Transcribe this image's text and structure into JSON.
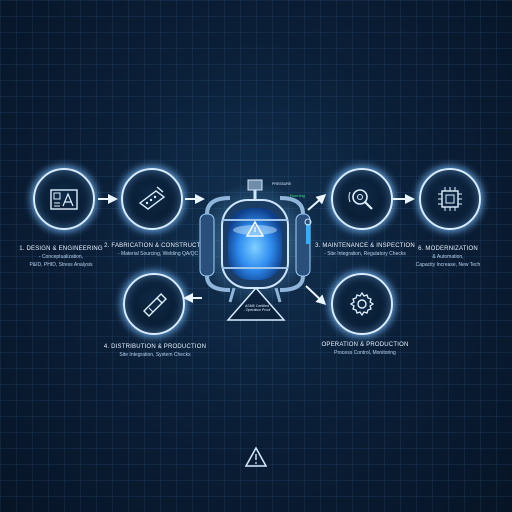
{
  "stages": [
    {
      "id": "design",
      "title": "1. DESIGN & ENGINEERING",
      "lines": [
        "- Conceptualization,",
        "P&ID, PHID, Stress Analysis"
      ],
      "icon": "blueprint-icon"
    },
    {
      "id": "fabrication",
      "title": "2. FABRICATION & CONSTRUCTION",
      "lines": [
        "- Material Sourcing, Welding QA/QC"
      ],
      "icon": "welding-plate-icon"
    },
    {
      "id": "maintenance",
      "title": "3. MAINTENANCE & INSPECTION",
      "lines": [
        "- Site Integration, Regulatory Checks"
      ],
      "icon": "inspection-magnifier-icon"
    },
    {
      "id": "modernization",
      "title": "6. MODERNIZATION",
      "lines": [
        "& Automation,",
        "Capacity Increase, New Tech"
      ],
      "icon": "cpu-chip-icon"
    },
    {
      "id": "distribution",
      "title": "4. DISTRIBUTION & PRODUCTION",
      "lines": [
        "Site Integration, System Checks"
      ],
      "icon": "usb-drive-icon"
    },
    {
      "id": "operation",
      "title": "OPERATION & PRODUCTION",
      "lines": [
        "Process Control, Monitoring"
      ],
      "icon": "gear-icon"
    }
  ],
  "center": {
    "icon": "pressure-vessel-icon",
    "top_tag": "PRESSURE",
    "status_tag": "Running",
    "badge_lines": [
      "ASME Certified",
      "- Operation Proof"
    ]
  },
  "colors": {
    "background": "#0b1f38",
    "glow": "#78beff",
    "ring": "#d8ecff",
    "vessel": "#2f8cf0",
    "status": "#38e27a"
  }
}
